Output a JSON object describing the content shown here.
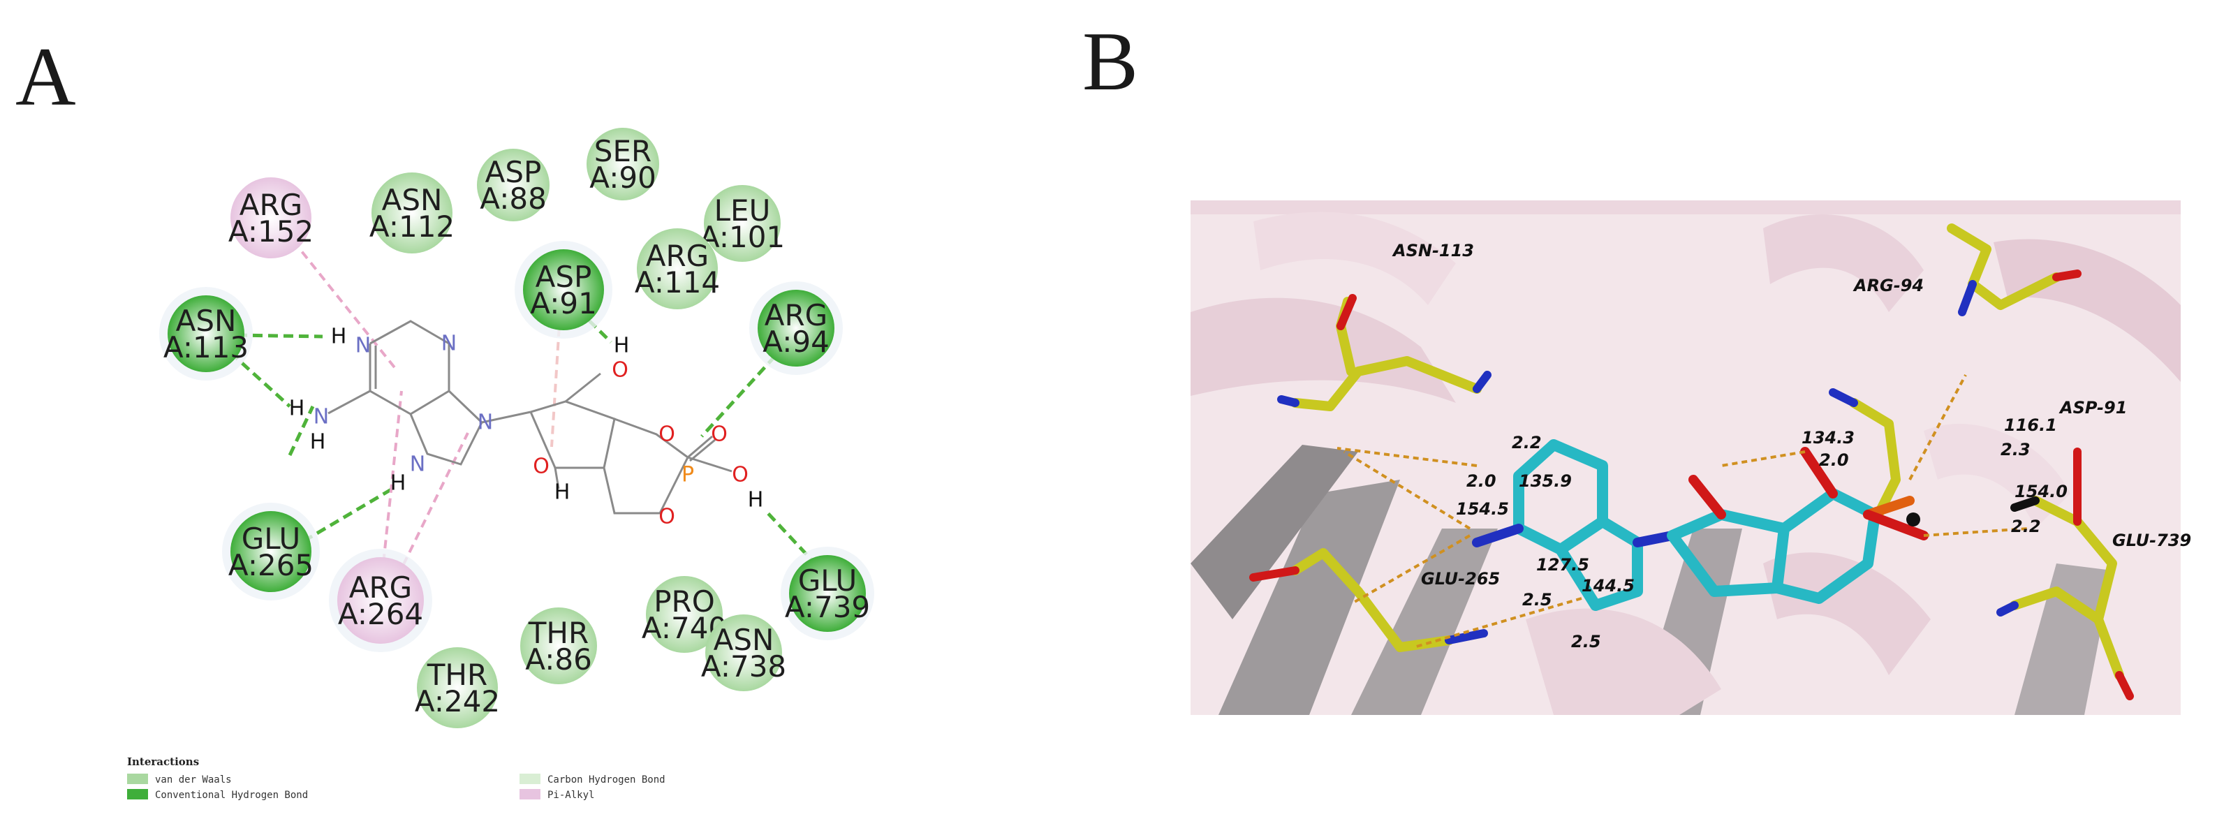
{
  "panels": {
    "a_letter": "A",
    "b_letter": "B"
  },
  "colors": {
    "vdw": "#a9d8a0",
    "conventional_hbond": "#3fae3a",
    "carbon_hbond": "#d9eed4",
    "pi_alkyl": "#e7c4e0",
    "hbond_line": "#4fb33a",
    "pialkyl_line": "#e8a7c8",
    "nitrogen": "#6b6fc4",
    "oxygen": "#e02020",
    "phosphorus": "#f08a1a",
    "carbon": "#777777"
  },
  "residues": [
    {
      "id": "arg152",
      "name": "ARG",
      "chain": "A:152",
      "kind": "pi_alkyl"
    },
    {
      "id": "asn112",
      "name": "ASN",
      "chain": "A:112",
      "kind": "vdw"
    },
    {
      "id": "asp88",
      "name": "ASP",
      "chain": "A:88",
      "kind": "vdw"
    },
    {
      "id": "ser90",
      "name": "SER",
      "chain": "A:90",
      "kind": "vdw"
    },
    {
      "id": "leu101",
      "name": "LEU",
      "chain": "A:101",
      "kind": "vdw"
    },
    {
      "id": "asp91",
      "name": "ASP",
      "chain": "A:91",
      "kind": "conventional_hbond"
    },
    {
      "id": "arg114",
      "name": "ARG",
      "chain": "A:114",
      "kind": "vdw"
    },
    {
      "id": "asn113",
      "name": "ASN",
      "chain": "A:113",
      "kind": "conventional_hbond"
    },
    {
      "id": "arg94",
      "name": "ARG",
      "chain": "A:94",
      "kind": "conventional_hbond"
    },
    {
      "id": "glu265",
      "name": "GLU",
      "chain": "A:265",
      "kind": "conventional_hbond"
    },
    {
      "id": "arg264",
      "name": "ARG",
      "chain": "A:264",
      "kind": "pi_alkyl"
    },
    {
      "id": "thr86",
      "name": "THR",
      "chain": "A:86",
      "kind": "vdw"
    },
    {
      "id": "pro740",
      "name": "PRO",
      "chain": "A:740",
      "kind": "vdw"
    },
    {
      "id": "glu739",
      "name": "GLU",
      "chain": "A:739",
      "kind": "conventional_hbond"
    },
    {
      "id": "asn738",
      "name": "ASN",
      "chain": "A:738",
      "kind": "vdw"
    },
    {
      "id": "thr242",
      "name": "THR",
      "chain": "A:242",
      "kind": "vdw"
    }
  ],
  "atoms": {
    "n": "N",
    "o": "O",
    "p": "P",
    "h": "H"
  },
  "legend": {
    "title": "Interactions",
    "items": [
      {
        "label": "van der Waals",
        "kind": "vdw"
      },
      {
        "label": "Conventional Hydrogen Bond",
        "kind": "conventional_hbond"
      },
      {
        "label": "Carbon Hydrogen Bond",
        "kind": "carbon_hbond"
      },
      {
        "label": "Pi-Alkyl",
        "kind": "pi_alkyl"
      }
    ]
  },
  "panel_b": {
    "residue_labels": [
      "ASN-113",
      "ARG-94",
      "ASP-91",
      "GLU-739",
      "GLU-265"
    ],
    "measurements": [
      "2.2",
      "2.0",
      "135.9",
      "154.5",
      "127.5",
      "2.5",
      "144.5",
      "2.5",
      "134.3",
      "2.0",
      "116.1",
      "2.3",
      "154.0",
      "2.2"
    ],
    "colors": {
      "ligand_carbon": "#27b8c4",
      "residue_carbon": "#c8c820",
      "nitrogen": "#2030c0",
      "oxygen": "#d01818",
      "phosphorus": "#e06010",
      "hbond": "#d09020",
      "ribbon": "#ecd3dc",
      "ribbon_dark": "#b8b0b4"
    }
  }
}
